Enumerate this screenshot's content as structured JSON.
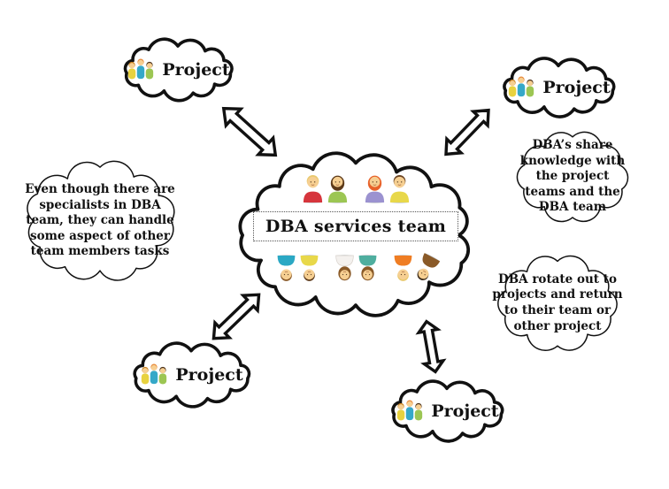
{
  "diagram": {
    "central": {
      "title": "DBA services team",
      "top_row_people": [
        {
          "type": "m",
          "shirt": "#d6353c",
          "hair": "#e9c96f"
        },
        {
          "type": "w",
          "shirt": "#9cc653",
          "hair": "#5d3a1a"
        },
        {
          "type": "w",
          "shirt": "#9b92d0",
          "hair": "#e8622a"
        },
        {
          "type": "m",
          "shirt": "#e8d84a",
          "hair": "#6b4423"
        }
      ],
      "bottom_row_people": [
        {
          "type": "m",
          "shirt": "#2ba8c4",
          "hair": "#8a5a28"
        },
        {
          "type": "m",
          "shirt": "#e8d84a",
          "hair": "#5d3a1a"
        },
        {
          "type": "w",
          "shirt": "#f4f1ee",
          "hair": "#8a5a28",
          "stroke": "#d5cfc8"
        },
        {
          "type": "w",
          "shirt": "#4fae9f",
          "hair": "#8a5a28"
        },
        {
          "type": "m",
          "shirt": "#ef7d23",
          "hair": "#e9c96f"
        },
        {
          "type": "m",
          "shirt": "#8a5a28",
          "hair": "#3a2a1a",
          "tilt": true
        }
      ]
    },
    "projects": {
      "top_left": {
        "label": "Project"
      },
      "top_right": {
        "label": "Project"
      },
      "bottom_left": {
        "label": "Project"
      },
      "bottom_center": {
        "label": "Project"
      }
    },
    "project_group_icon": [
      {
        "shirt": "#e8d23f",
        "hair": "#c8801f"
      },
      {
        "shirt": "#35a8c8",
        "hair": "#e8893a"
      },
      {
        "shirt": "#9cc653",
        "hair": "#4a3018"
      }
    ],
    "notes": {
      "left": {
        "text": "Even though there are specialists in DBA team, they can handle some aspect of other team members tasks"
      },
      "right_top": {
        "text": "DBA’s share knowledge with the project teams and the DBA team"
      },
      "right_bottom": {
        "text": "DBA rotate out to projects and return to their team or other project"
      }
    },
    "colors": {
      "outline": "#111111",
      "fill": "#ffffff",
      "skin": "#f6cf92"
    }
  }
}
